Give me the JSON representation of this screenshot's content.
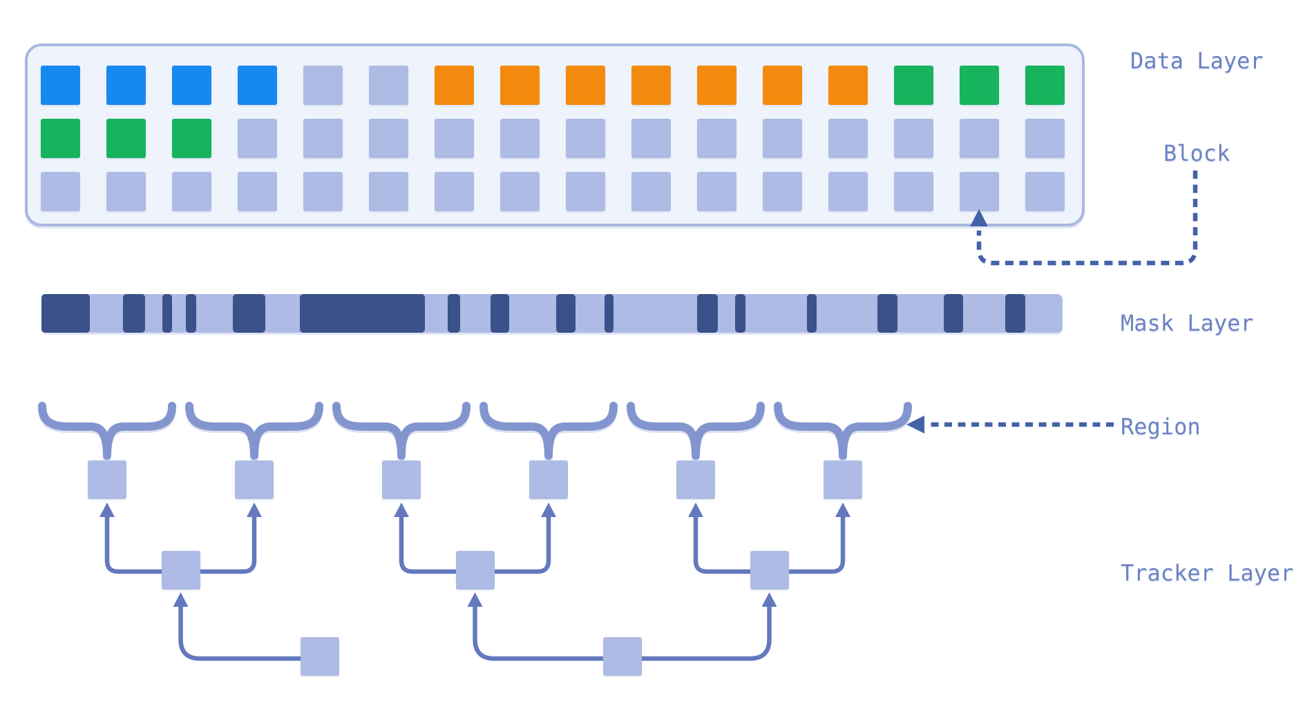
{
  "labels": {
    "data_layer": "Data Layer",
    "block": "Block",
    "mask_layer": "Mask Layer",
    "region": "Region",
    "tracker_layer": "Tracker Layer"
  },
  "colors": {
    "block_blue": "#1788f0",
    "block_orange": "#f48a0d",
    "block_green": "#16b45c",
    "block_lavender": "#adbbe5",
    "box_bg": "#eef3fc",
    "box_border": "#a9b8df",
    "mask_dark": "#3a5189",
    "mask_light": "#adbbe5",
    "brace": "#8295ce",
    "tracker_line": "#6478be",
    "tracker_square": "#adbbe5",
    "callout": "#4562a8",
    "label_text": "#6b82c3"
  },
  "data_grid": {
    "rows": [
      [
        "blue",
        "blue",
        "blue",
        "blue",
        "lavender",
        "lavender",
        "orange",
        "orange",
        "orange",
        "orange",
        "orange",
        "orange",
        "orange",
        "green",
        "green",
        "green"
      ],
      [
        "green",
        "green",
        "green",
        "lavender",
        "lavender",
        "lavender",
        "lavender",
        "lavender",
        "lavender",
        "lavender",
        "lavender",
        "lavender",
        "lavender",
        "lavender",
        "lavender",
        "lavender"
      ],
      [
        "lavender",
        "lavender",
        "lavender",
        "lavender",
        "lavender",
        "lavender",
        "lavender",
        "lavender",
        "lavender",
        "lavender",
        "lavender",
        "lavender",
        "lavender",
        "lavender",
        "lavender",
        "lavender"
      ]
    ]
  },
  "mask_segments": [
    {
      "shade": "dark",
      "w": 70
    },
    {
      "shade": "light",
      "w": 48
    },
    {
      "shade": "dark",
      "w": 32
    },
    {
      "shade": "light",
      "w": 25
    },
    {
      "shade": "dark",
      "w": 14
    },
    {
      "shade": "light",
      "w": 20
    },
    {
      "shade": "dark",
      "w": 15
    },
    {
      "shade": "light",
      "w": 53
    },
    {
      "shade": "dark",
      "w": 47
    },
    {
      "shade": "light",
      "w": 50
    },
    {
      "shade": "dark",
      "w": 181
    },
    {
      "shade": "light",
      "w": 33
    },
    {
      "shade": "dark",
      "w": 18
    },
    {
      "shade": "light",
      "w": 44
    },
    {
      "shade": "dark",
      "w": 27
    },
    {
      "shade": "light",
      "w": 68
    },
    {
      "shade": "dark",
      "w": 28
    },
    {
      "shade": "light",
      "w": 42
    },
    {
      "shade": "dark",
      "w": 13
    },
    {
      "shade": "light",
      "w": 121
    },
    {
      "shade": "dark",
      "w": 30
    },
    {
      "shade": "light",
      "w": 25
    },
    {
      "shade": "dark",
      "w": 15
    },
    {
      "shade": "light",
      "w": 89
    },
    {
      "shade": "dark",
      "w": 14
    },
    {
      "shade": "light",
      "w": 88
    },
    {
      "shade": "dark",
      "w": 29
    },
    {
      "shade": "light",
      "w": 67
    },
    {
      "shade": "dark",
      "w": 28
    },
    {
      "shade": "light",
      "w": 61
    },
    {
      "shade": "dark",
      "w": 29
    },
    {
      "shade": "light",
      "w": 54
    }
  ],
  "regions": {
    "count": 6
  },
  "tracker": {
    "leaf_count": 6,
    "mids": [
      {
        "leaves": [
          0,
          1
        ]
      },
      {
        "leaves": [
          2,
          3
        ]
      },
      {
        "leaves": [
          4,
          5
        ]
      }
    ],
    "roots": [
      {
        "mids": [
          0
        ]
      },
      {
        "mids": [
          1,
          2
        ]
      }
    ]
  }
}
